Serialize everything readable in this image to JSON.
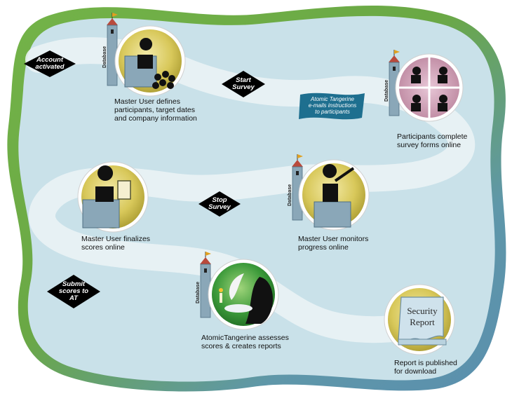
{
  "colors": {
    "border_outer": "#6aa845",
    "border_inner": "#5f93a8",
    "field": "#c8e0e8",
    "path": "#e6f1f3",
    "diamond": "#000000",
    "banner": "#1e6f8f",
    "tower": "#8aa7b8",
    "roof": "#b94a3c",
    "flag": "#e0a020"
  },
  "tower_label": "Database",
  "steps": [
    {
      "id": "account",
      "text": "Account\nactivated"
    },
    {
      "id": "define",
      "text": "Master User defines\nparticipants, target dates\nand company information"
    },
    {
      "id": "start",
      "text": "Start\nSurvey"
    },
    {
      "id": "email",
      "text": "Atomic Tangerine\ne-mails instructions\nto participants"
    },
    {
      "id": "complete",
      "text": "Participants complete\nsurvey forms online"
    },
    {
      "id": "monitor",
      "text": "Master User monitors\nprogress online"
    },
    {
      "id": "stop",
      "text": "Stop\nSurvey"
    },
    {
      "id": "finalize",
      "text": "Master User finalizes\nscores online"
    },
    {
      "id": "submit",
      "text": "Submit\nscores to\nAT"
    },
    {
      "id": "assess",
      "text": "AtomicTangerine assesses\nscores & creates reports"
    },
    {
      "id": "publish",
      "text": "Report is published\nfor download"
    }
  ],
  "report_scroll": {
    "line1": "Security",
    "line2": "Report"
  }
}
